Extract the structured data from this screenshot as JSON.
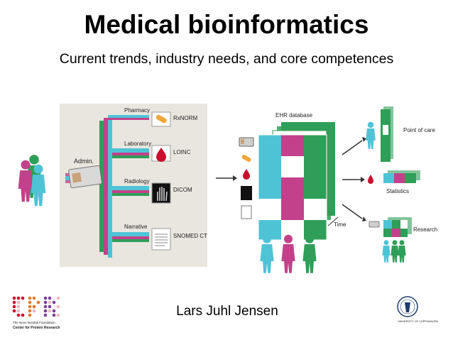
{
  "slide": {
    "title": "Medical bioinformatics",
    "subtitle": "Current trends, industry needs, and core competences",
    "author": "Lars Juhl Jensen"
  },
  "diagram": {
    "admin_label": "Admin.",
    "sources": [
      {
        "label": "Pharmacy",
        "standard": "RxNORM",
        "icon": "pill-icon"
      },
      {
        "label": "Laboratory",
        "standard": "LOINC",
        "icon": "blood-drop-icon"
      },
      {
        "label": "Radiology",
        "standard": "DICOM",
        "icon": "xray-hand-icon"
      },
      {
        "label": "Narrative",
        "standard": "SNOMED CT",
        "icon": "document-icon"
      }
    ],
    "ehr_label": "EHR database",
    "time_label": "Time",
    "outputs": [
      "Point of care",
      "Statistics",
      "Research"
    ]
  },
  "logos": {
    "left_line1": "The Novo Nordisk Foundation",
    "left_line2": "Center for Protein Research",
    "right_text": "UNIVERSITY OF COPENHAGEN"
  },
  "colors": {
    "cyan": "#4fc3d6",
    "magenta": "#c2418a",
    "green": "#2f9e58",
    "red": "#c8102e",
    "panel": "#e9e6df"
  }
}
